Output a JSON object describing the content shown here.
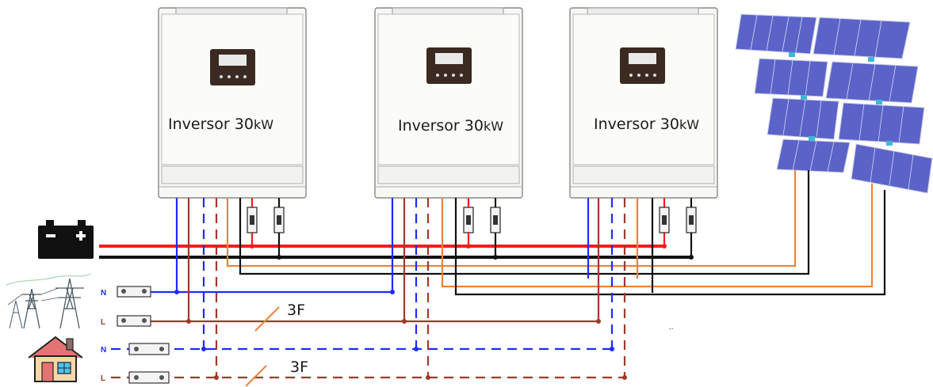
{
  "inverters": [
    {
      "label": "Inversor 30",
      "unit": "kW"
    },
    {
      "label": "Inversor 30",
      "unit": "kW"
    },
    {
      "label": "Inversor 30",
      "unit": "kW"
    }
  ],
  "lines": {
    "grid": {
      "neutral": "N",
      "live": "L"
    },
    "house": {
      "neutral": "N",
      "live": "L"
    },
    "phase_grid": "3F",
    "phase_house": "3F"
  },
  "colors": {
    "battery_positive": "#ff1a1a",
    "battery_negative": "#111111",
    "neutral": "#1f2bff",
    "live": "#a0392b",
    "pv_positive": "#e8843a",
    "pv_negative": "#111111"
  },
  "icons": {
    "battery": "battery-icon",
    "grid": "power-tower-icon",
    "house": "house-icon",
    "solar": "solar-panel-icon",
    "breaker": "breaker-icon"
  }
}
